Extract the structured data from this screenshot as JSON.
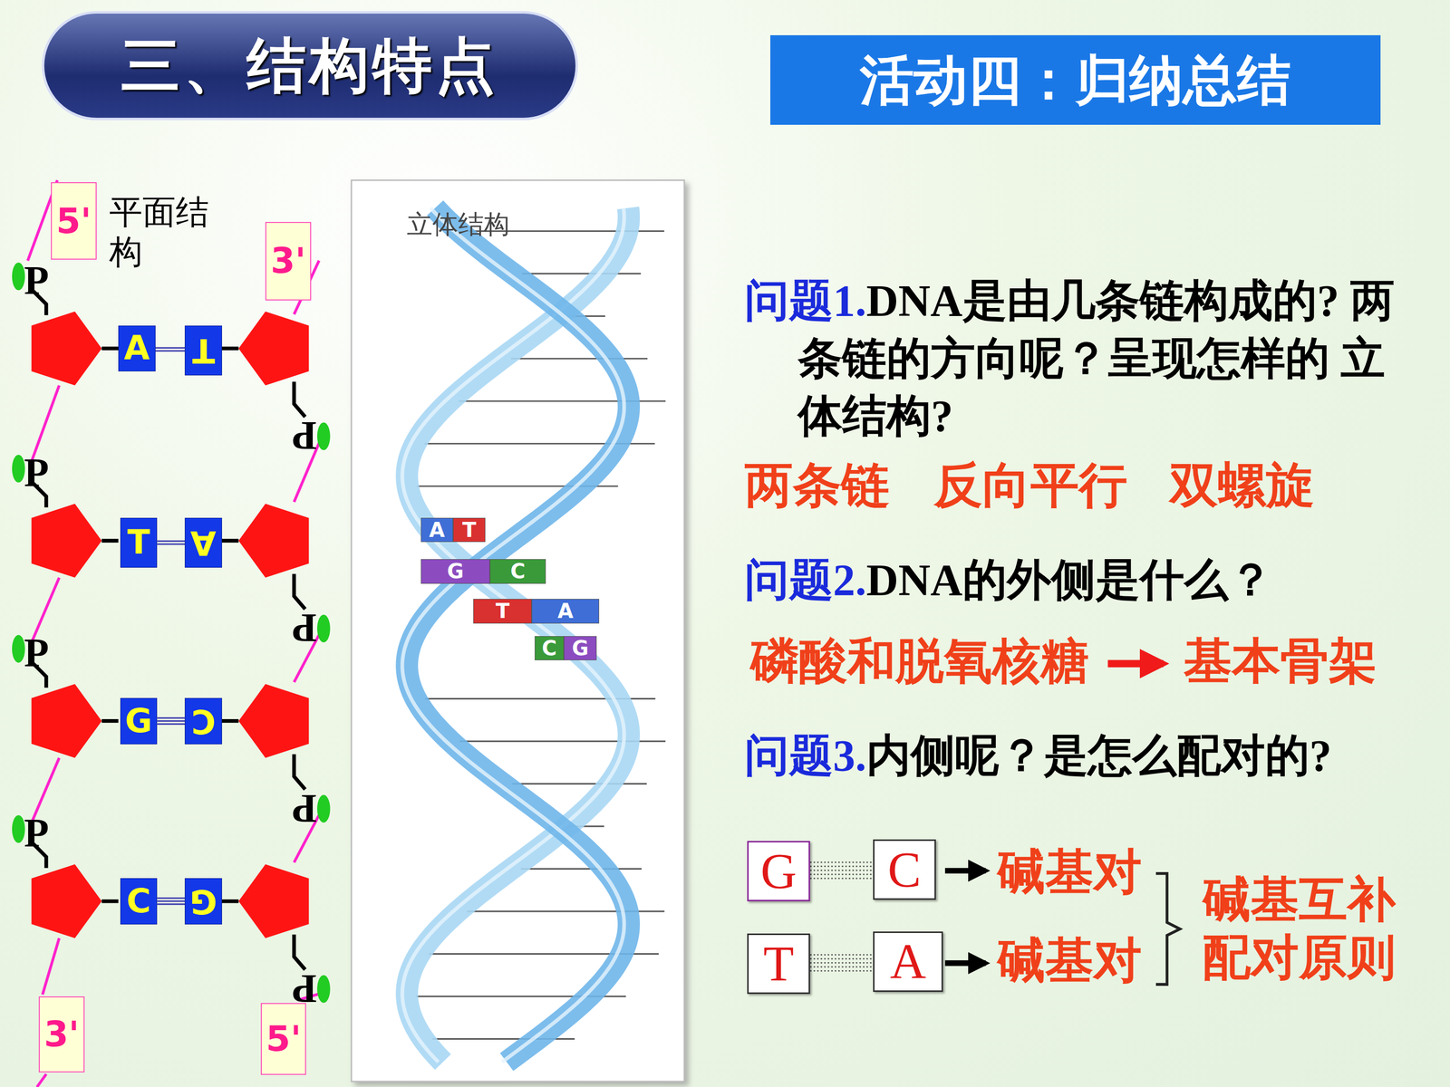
{
  "diagram": {
    "nodes": [
      {
        "text": [
          "三、结构特点"
        ]
      },
      {
        "text": [
          "活动四：归纳总结"
        ]
      },
      {
        "text": [
          "5'"
        ]
      },
      {
        "text": [
          "3'"
        ]
      },
      {
        "text": [
          "A"
        ]
      },
      {
        "text": [
          "T"
        ]
      },
      {
        "text": [
          "T"
        ]
      },
      {
        "text": [
          "A"
        ]
      },
      {
        "text": [
          "G"
        ]
      },
      {
        "text": [
          "C"
        ]
      },
      {
        "text": [
          "C"
        ]
      },
      {
        "text": [
          "G"
        ]
      },
      {
        "text": [
          "3'"
        ]
      },
      {
        "text": [
          "5'"
        ]
      },
      {
        "text": [
          "A"
        ]
      },
      {
        "text": [
          "T"
        ]
      },
      {
        "text": [
          "G"
        ]
      },
      {
        "text": [
          "C"
        ]
      },
      {
        "text": [
          "T"
        ]
      },
      {
        "text": [
          "A"
        ]
      },
      {
        "text": [
          "C"
        ]
      },
      {
        "text": [
          "G"
        ]
      },
      {
        "text": [
          "G"
        ]
      },
      {
        "text": [
          "C"
        ]
      },
      {
        "text": [
          "T"
        ]
      },
      {
        "text": [
          "A"
        ]
      }
    ],
    "edges": [
      {
        "from": 4,
        "to": 5,
        "arrow": "none"
      },
      {
        "from": 6,
        "to": 7,
        "arrow": "none"
      },
      {
        "from": 8,
        "to": 9,
        "arrow": "none"
      },
      {
        "from": 10,
        "to": 11,
        "arrow": "none"
      },
      {
        "from": 22,
        "to": 23,
        "arrow": "none"
      },
      {
        "from": 24,
        "to": 25,
        "arrow": "none"
      }
    ],
    "labels": [
      "平面结构",
      "P",
      "P",
      "P",
      "P",
      "P",
      "P",
      "P",
      "P",
      "立体结构",
      "问题1.",
      "DNA是由几条链构成的? 两条链的方向呢？呈现怎样的 立体结构?",
      "两条链",
      "反向平行",
      "双螺旋",
      "问题2.",
      "DNA的外侧是什么？",
      "磷酸和脱氧核糖",
      "基本骨架",
      "问题3.",
      "内侧呢？是怎么配对的?",
      "碱基对",
      "碱基对",
      "碱基互补配对原则"
    ]
  }
}
